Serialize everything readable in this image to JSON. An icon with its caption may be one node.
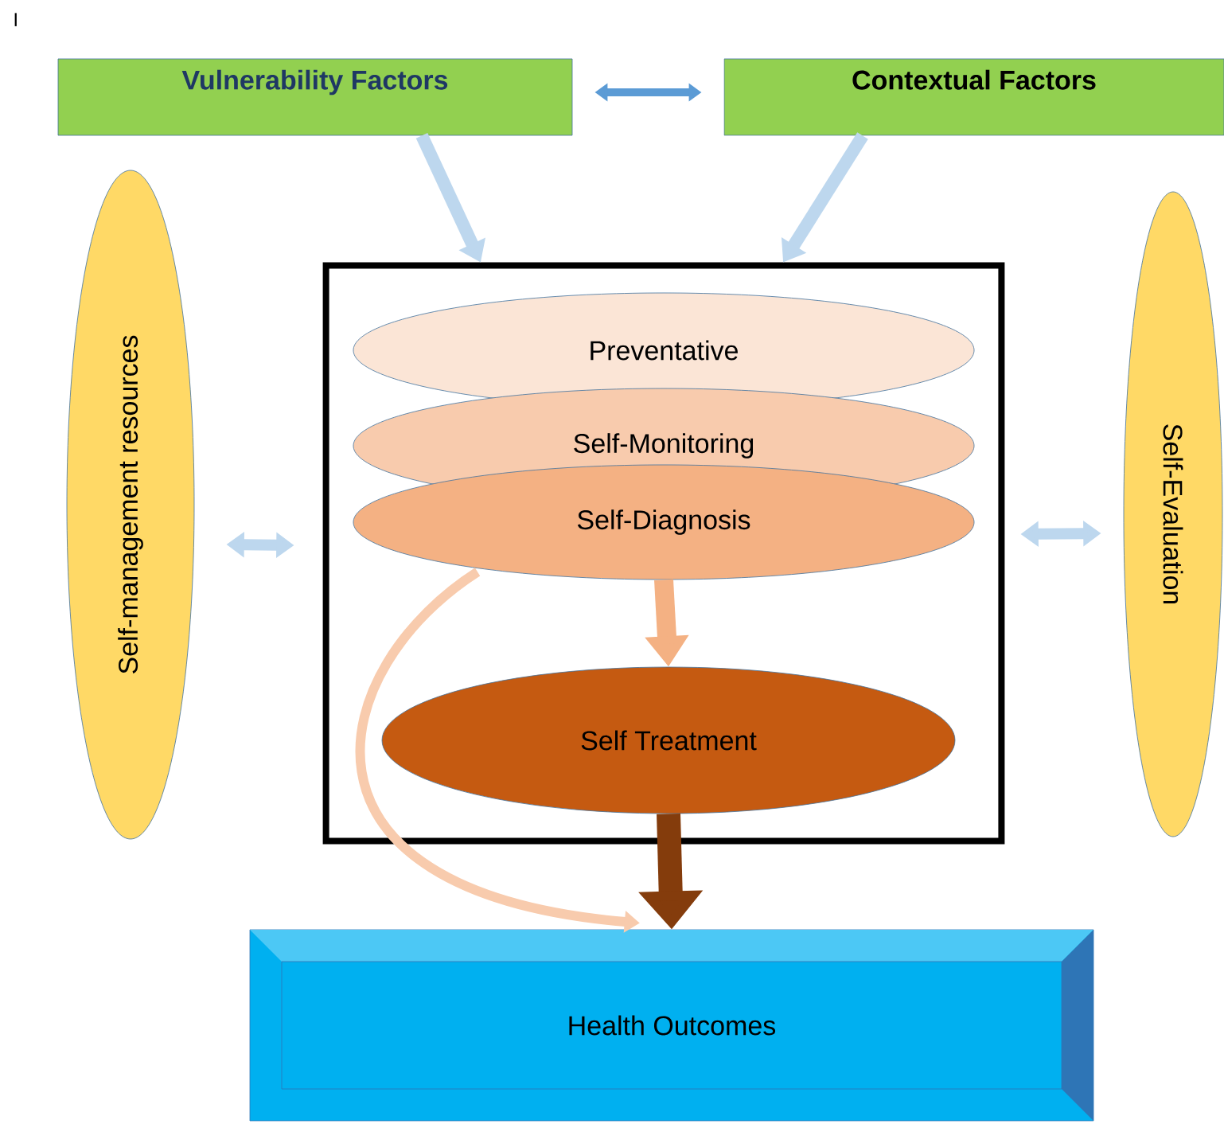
{
  "diagram": {
    "nodes": [
      {
        "text": [
          "Vulnerability Factors"
        ]
      },
      {
        "text": [
          "Contextual Factors"
        ]
      },
      {
        "text": [
          "Self-management  resources"
        ]
      },
      {
        "text": [],
        "shape": "box"
      },
      {
        "text": [
          "Preventative"
        ],
        "in": 3
      },
      {
        "text": [
          "Self-Monitoring"
        ],
        "in": 3
      },
      {
        "text": [
          "Self-Diagnosis"
        ],
        "in": 3
      },
      {
        "text": [
          "Self Treatment"
        ],
        "in": 3
      },
      {
        "text": [
          "Self-Evaluation"
        ]
      },
      {
        "text": [
          "Health Outcomes"
        ]
      }
    ],
    "edges": [
      {
        "from": 0,
        "to": 1,
        "arrow": "both",
        "color": "#5b9bd5"
      },
      {
        "from": 0,
        "to": 3,
        "arrow": "to"
      },
      {
        "from": 1,
        "to": 3,
        "arrow": "to"
      },
      {
        "from": 2,
        "to": 3,
        "arrow": "both"
      },
      {
        "from": 3,
        "to": 8,
        "arrow": "both"
      },
      {
        "from": 6,
        "to": 7,
        "arrow": "to",
        "color": "#f4b183"
      },
      {
        "from": 6,
        "to": 9,
        "arrow": "to",
        "color": "#f8cbad"
      },
      {
        "from": 7,
        "to": 9,
        "arrow": "to",
        "style": "thick",
        "color": "#843c0c"
      }
    ],
    "labels": [
      "I"
    ]
  }
}
